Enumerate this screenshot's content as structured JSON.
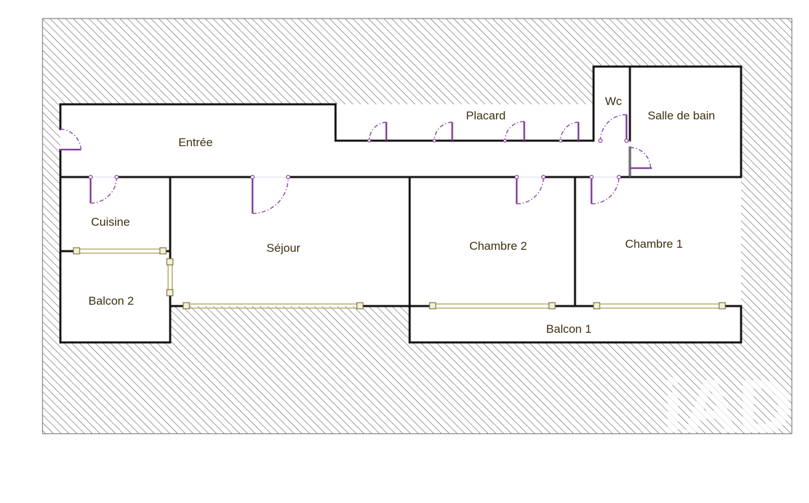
{
  "rooms": {
    "entree": "Entrée",
    "placard": "Placard",
    "wc": "Wc",
    "salle_de_bain": "Salle de bain",
    "cuisine": "Cuisine",
    "sejour": "Séjour",
    "chambre_2": "Chambre 2",
    "chambre_1": "Chambre 1",
    "balcon_2": "Balcon 2",
    "balcon_1": "Balcon 1"
  },
  "watermark": "iAD",
  "colors": {
    "walls": "#111111",
    "hatch": "#555555",
    "doors": "#8a3fa0",
    "windows": "#b5ad6a",
    "labels": "#3a2f10"
  }
}
